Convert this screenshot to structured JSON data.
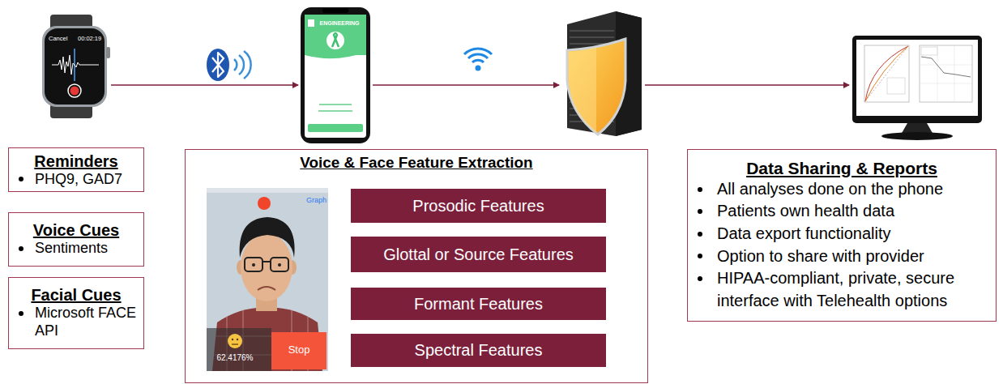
{
  "diagram": {
    "nodes": [
      {
        "text": [
          "Reminders",
          "PHQ9, GAD7"
        ]
      },
      {
        "text": [
          "Voice Cues",
          "Sentiments"
        ]
      },
      {
        "text": [
          "Facial Cues",
          "Microsoft FACE API"
        ]
      },
      {
        "text": [
          "Voice & Face Feature Extraction"
        ]
      },
      {
        "text": [
          "Prosodic Features"
        ],
        "in": 3
      },
      {
        "text": [
          "Glottal or Source Features"
        ],
        "in": 3
      },
      {
        "text": [
          "Formant Features"
        ],
        "in": 3
      },
      {
        "text": [
          "Spectral Features"
        ],
        "in": 3
      },
      {
        "text": [
          "Data Sharing & Reports",
          "All analyses done on the phone",
          "Patients own health data",
          "Data export functionality",
          "Option to share with provider",
          "HIPAA-compliant, private, secure interface with Telehealth options"
        ]
      }
    ],
    "labels": [
      "Cancel",
      "00:02:19",
      "ENGINEERING",
      "Graph",
      "62.4176%",
      "Stop"
    ]
  }
}
